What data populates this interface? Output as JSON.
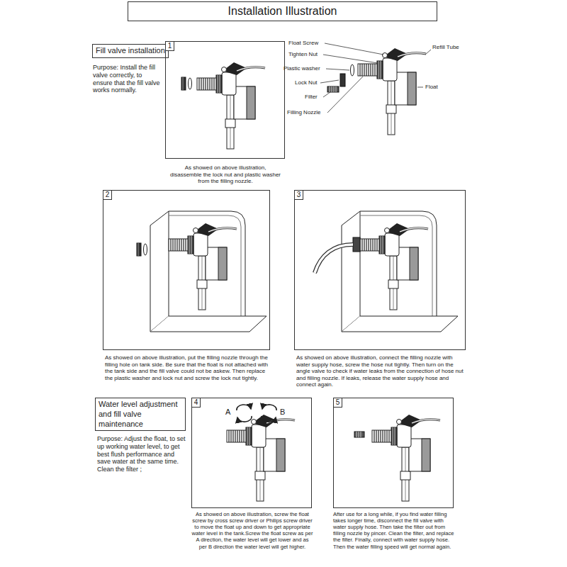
{
  "diagram": {
    "title": "Installation Illustration",
    "nodes": [
      {
        "text": [
          "Fill valve installation"
        ]
      },
      {
        "text": [
          "As showed on above illustration, disassemble the lock nut and plastic washer from the filling nozzle."
        ]
      },
      {
        "text": [
          "1"
        ],
        "in": 1
      },
      {
        "text": [
          "As showed on above illustration, put the filling nozzle through the filling hole on tank side. Be sure that the float is not attached with the tank side and the fill valve could not be askew. Then replace the plastic washer and lock nut and screw the lock nut tightly."
        ]
      },
      {
        "text": [
          "2"
        ],
        "in": 3
      },
      {
        "text": [
          "As showed on above illustration, connect the filling nozzle with water supply hose, screw the hose nut tightly. Then turn on the angle valve to check if water leaks from the connection of hose nut and filling nozzle. If leaks, release the water supply hose and connect again."
        ]
      },
      {
        "text": [
          "3"
        ],
        "in": 5
      },
      {
        "text": [
          "Water level adjustment and fill valve maintenance"
        ]
      },
      {
        "text": [
          "As showed on above illustration, screw the float screw by cross screw driver or Philips screw driver to move the float up and down to get appropriate water level in the tank.Screw the float screw as per A direction, the water level will get lower and as per B direction the water level will get higher."
        ]
      },
      {
        "text": [
          "4"
        ],
        "in": 8
      },
      {
        "text": [
          "After use for a long while, if you find water filling takes longer time, disconnect the fill valve with water supply hose. Then take the filter out from filling nozzle by pincer. Clean the filter, and replace the filter. Finally, connect with water supply hose. Then the water filling speed will get normal again."
        ]
      },
      {
        "text": [
          "5"
        ],
        "in": 10
      }
    ],
    "labels": [
      "Purpose: Install the fill valve correctly, to ensure that the fill valve works normally.",
      "Float Screw",
      "Tighten Nut",
      "Plastic washer",
      "Lock Nut",
      "Filter",
      "Filling Nozzle",
      "Refill Tube",
      "Float",
      "Purpose: Adjust the float, to set up working water level, to get best flush performance and save water at the same time. Clean the filter ;",
      "A",
      "B"
    ]
  }
}
